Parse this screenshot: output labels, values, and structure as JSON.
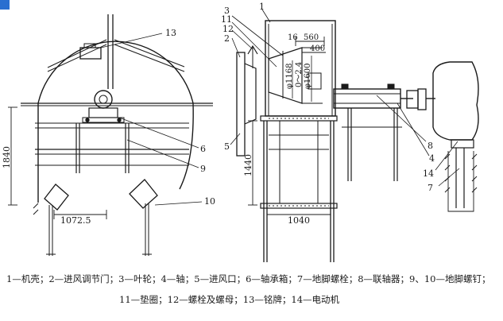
{
  "legend": {
    "line1": "1—机壳；2—进风调节门；3—叶轮；4—轴；5—进风口；6—轴承箱；7—地脚螺栓；8—联轴器；9、10—地脚螺钉；",
    "line2": "11—垫圈；12—螺栓及螺母；13—铭牌；14—电动机"
  },
  "left_view": {
    "callouts": [
      "13",
      "6",
      "9",
      "10"
    ],
    "dims": {
      "height": "1840",
      "width": "1072.5"
    }
  },
  "right_view": {
    "callouts": [
      "3",
      "11",
      "12",
      "2",
      "1",
      "5",
      "8",
      "4",
      "14",
      "7"
    ],
    "dims": {
      "d16": "16",
      "d560": "560",
      "d400": "400",
      "phi1168": "φ1168",
      "gap": "0～2.4",
      "phi1600": "φ1600",
      "h1440": "1440",
      "w1040": "1040"
    }
  },
  "colors": {
    "line": "#1a1a1a",
    "corner_badge": "#2a6fd0"
  }
}
